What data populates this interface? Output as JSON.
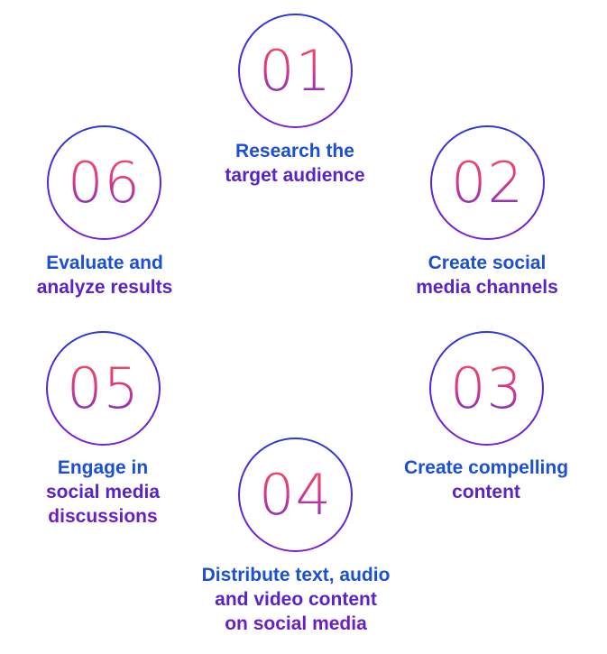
{
  "colors": {
    "circle_stroke_top": "#2a37e2",
    "circle_stroke_bottom": "#7a1fd3",
    "number_top": "#f44a5e",
    "number_bottom": "#7a2fcf",
    "text_blue": "#1b4fd6",
    "text_purple": "#5a22c9"
  },
  "steps": [
    {
      "number": "01",
      "lines": [
        "Research the",
        "target audience"
      ]
    },
    {
      "number": "02",
      "lines": [
        "Create social",
        "media channels"
      ]
    },
    {
      "number": "03",
      "lines": [
        "Create compelling",
        "content"
      ]
    },
    {
      "number": "04",
      "lines": [
        "Distribute text, audio",
        "and video content",
        "on social media"
      ]
    },
    {
      "number": "05",
      "lines": [
        "Engage in",
        "social media",
        "discussions"
      ]
    },
    {
      "number": "06",
      "lines": [
        "Evaluate and",
        "analyze results"
      ]
    }
  ]
}
